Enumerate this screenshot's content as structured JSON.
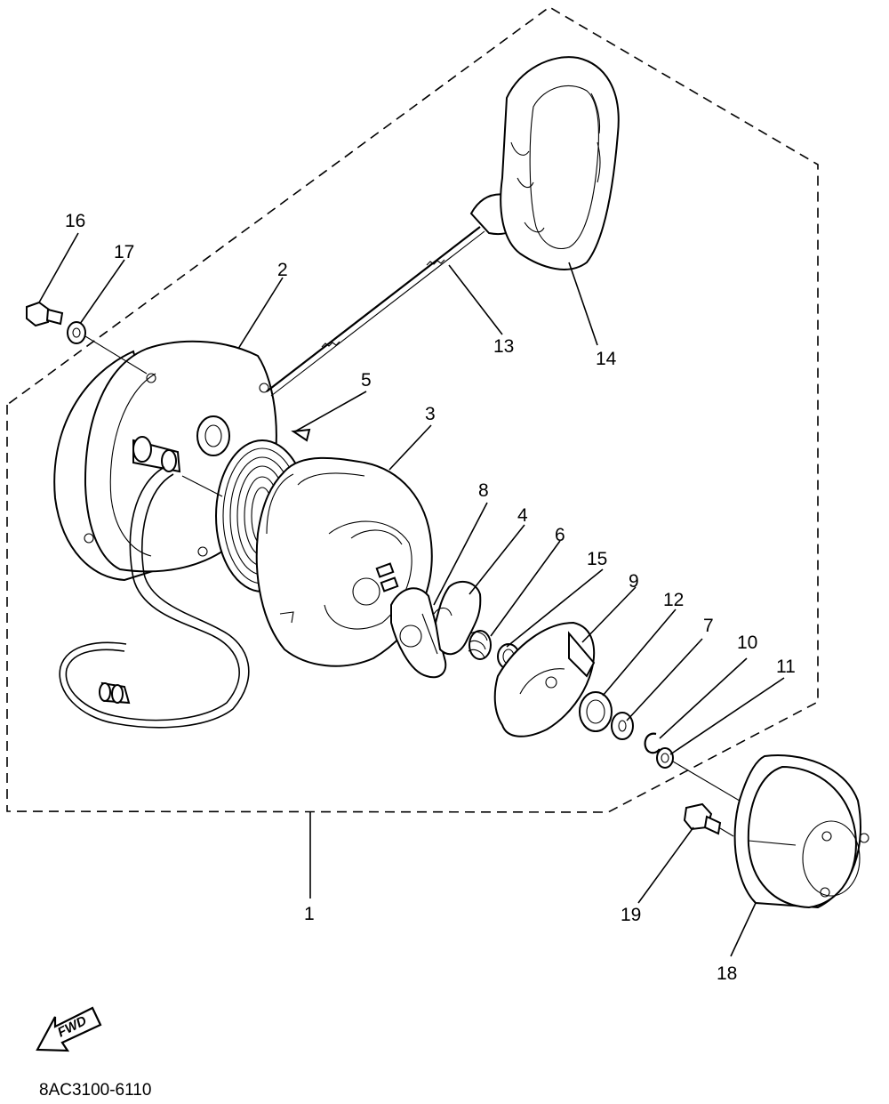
{
  "labels": {
    "l1": "1",
    "l2": "2",
    "l3": "3",
    "l4": "4",
    "l5": "5",
    "l6": "6",
    "l7": "7",
    "l8": "8",
    "l9": "9",
    "l10": "10",
    "l11": "11",
    "l12": "12",
    "l13": "13",
    "l14": "14",
    "l15": "15",
    "l16": "16",
    "l17": "17",
    "l18": "18",
    "l19": "19"
  },
  "fwd_text": "FWD",
  "diagram_code": "8AC3100-6110"
}
